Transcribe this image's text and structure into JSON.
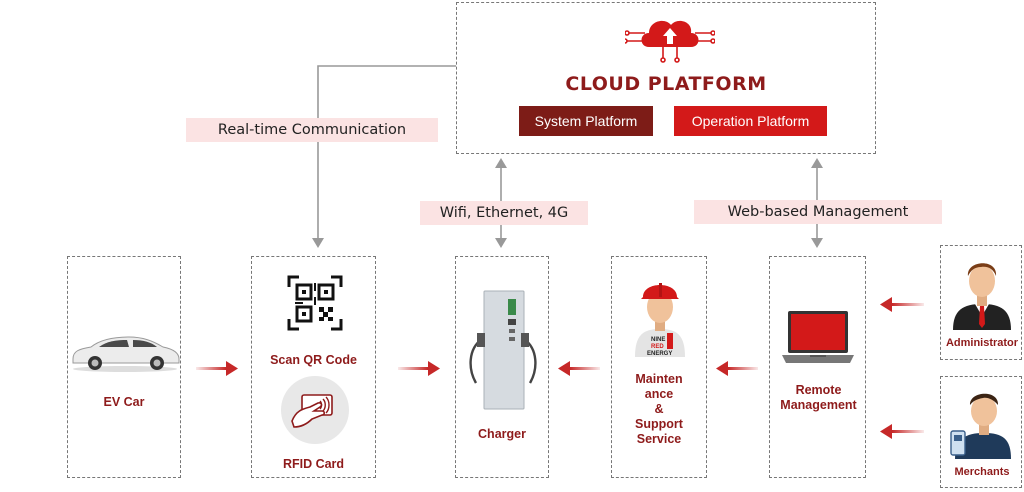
{
  "cloud": {
    "title": "CLOUD PLATFORM",
    "system_platform": "System Platform",
    "operation_platform": "Operation Platform"
  },
  "connections": {
    "realtime": "Real-time Communication",
    "wifi": "Wifi, Ethernet, 4G",
    "web": "Web-based Management"
  },
  "nodes": {
    "ev_car": "EV Car",
    "scan_qr": "Scan QR Code",
    "rfid": "RFID Card",
    "charger": "Charger",
    "maintenance_1": "Mainten",
    "maintenance_2": "ance",
    "maintenance_3": "&",
    "maintenance_4": "Support",
    "maintenance_5": "Service",
    "remote_1": "Remote",
    "remote_2": "Management",
    "administrator": "Administrator",
    "merchants": "Merchants"
  },
  "shirt_text": [
    "NINE",
    "RED",
    "ENERGY"
  ],
  "colors": {
    "dark_red": "#7d1c17",
    "red": "#d31919",
    "label_red": "#8e1b1b",
    "tag_bg": "#fbe3e3",
    "connector_gray": "#999999"
  },
  "icons": [
    "cloud-upload-icon",
    "qr-code-icon",
    "rfid-card-icon",
    "ev-car-icon",
    "charger-icon",
    "worker-icon",
    "laptop-icon",
    "administrator-avatar-icon",
    "merchant-avatar-icon"
  ]
}
